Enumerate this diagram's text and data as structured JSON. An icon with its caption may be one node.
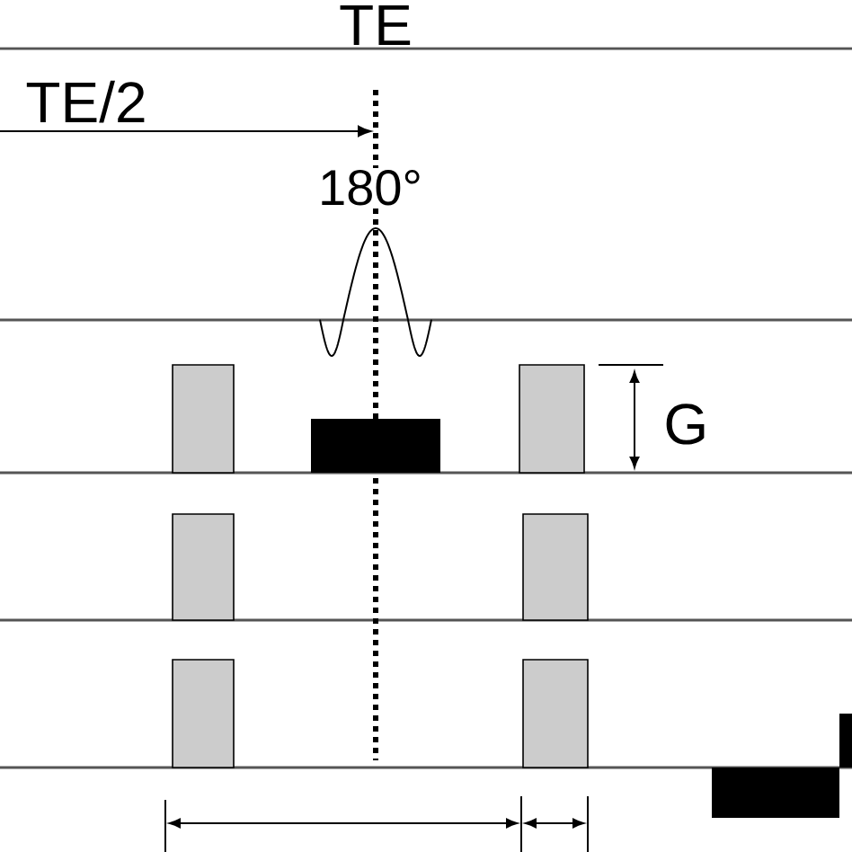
{
  "diagram": {
    "labels": [
      "TE",
      "TE/2",
      "180°",
      "G"
    ]
  }
}
